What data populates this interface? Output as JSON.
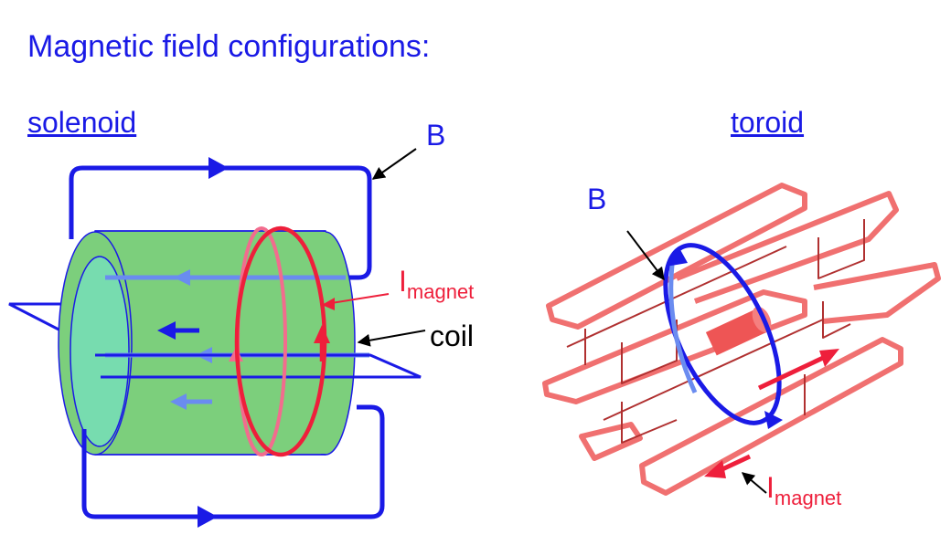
{
  "title": "Magnetic field configurations:",
  "solenoid": {
    "heading": "solenoid",
    "field_label": "B",
    "current_label": "I",
    "current_subscript": "magnet",
    "coil_label": "coil"
  },
  "toroid": {
    "heading": "toroid",
    "field_label": "B",
    "current_label": "I",
    "current_subscript": "magnet"
  },
  "colors": {
    "text_blue": "#1a1ae6",
    "field_blue": "#1a1ae6",
    "field_light_blue": "#6a8cf0",
    "current_red": "#ee1f3b",
    "coil_green": "#7ccf7c",
    "coil_inner": "#77dcaf",
    "toroid_pink": "#f07070"
  }
}
